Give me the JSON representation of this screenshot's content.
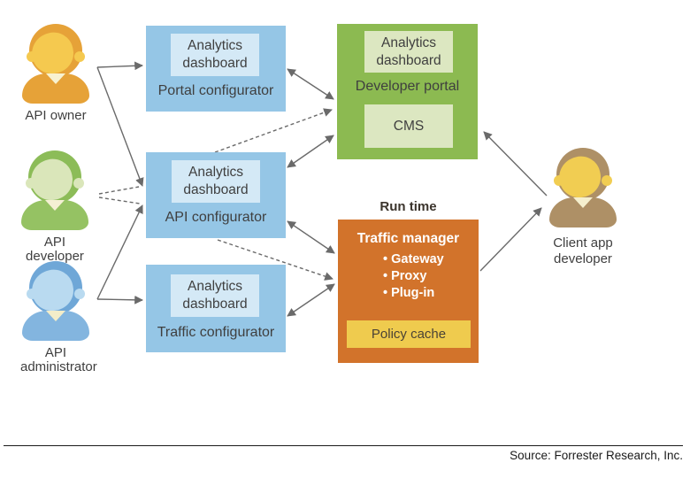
{
  "personas": [
    {
      "name": "API owner",
      "lines": [
        "API owner"
      ],
      "hair": "#E6A238",
      "face": "#F5C94F",
      "body": "#E6A238",
      "collar": "#F8F2D0"
    },
    {
      "name": "API developer",
      "lines": [
        "API developer"
      ],
      "hair": "#8CBC58",
      "face": "#DAE6BA",
      "body": "#95C263",
      "collar": "#F4F0D4"
    },
    {
      "name": "API administrator",
      "lines": [
        "API",
        "administrator"
      ],
      "hair": "#6FA7D7",
      "face": "#B9DAF0",
      "body": "#83B5DF",
      "collar": "#F3EDC9"
    },
    {
      "name": "Client app developer",
      "lines": [
        "Client app",
        "developer"
      ],
      "hair": "#AE9066",
      "face": "#F1CD52",
      "body": "#AE9066",
      "collar": "#F5EFCE"
    }
  ],
  "boxes": {
    "portal": {
      "title": "Portal configurator",
      "dashboard": "Analytics dashboard"
    },
    "api": {
      "title": "API configurator",
      "dashboard": "Analytics dashboard"
    },
    "traffic": {
      "title": "Traffic configurator",
      "dashboard": "Analytics dashboard"
    },
    "developer_portal": {
      "title": "Developer portal",
      "dashboard": "Analytics dashboard",
      "cms": "CMS"
    },
    "runtime": {
      "label": "Run time",
      "title": "Traffic manager",
      "items": [
        "• Gateway",
        "• Proxy",
        "• Plug-in"
      ],
      "cache": "Policy cache"
    }
  },
  "colors": {
    "box_blue": "#95C6E6",
    "box_blue_inner": "#D4E9F6",
    "box_green": "#8CBA51",
    "box_green_inner": "#DCE7C1",
    "box_orange": "#D2732B",
    "policy_yellow": "#EFCB4E",
    "arrow_gray": "#6A6A6A",
    "text_dark": "#3F3F3F",
    "runtime_text": "#3B342C",
    "footer_text": "#1A1A1A"
  },
  "footer": {
    "source": "Source: Forrester Research, Inc."
  }
}
